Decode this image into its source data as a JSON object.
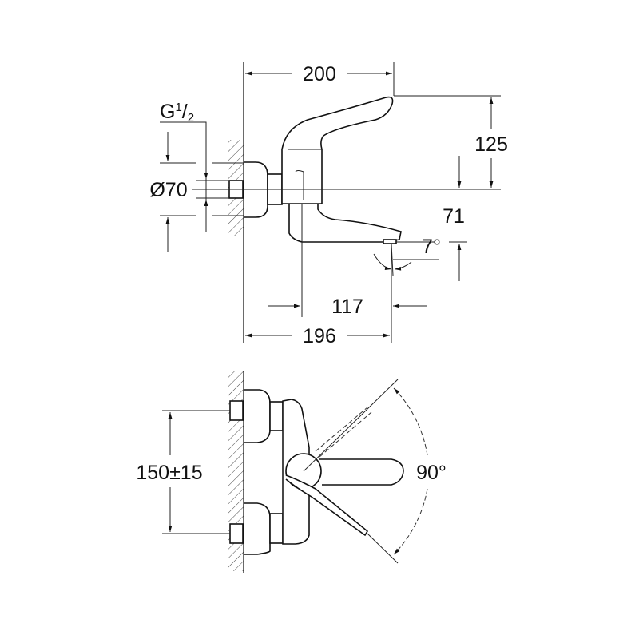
{
  "top_view": {
    "dim_width_handle": "200",
    "dim_height_handle": "125",
    "dim_height_spout": "71",
    "spout_angle": "7°",
    "dim_spout_reach": "117",
    "dim_width_spout": "196",
    "thread": {
      "letter": "G",
      "num": "1",
      "den": "2"
    },
    "dim_diameter": "Ø70"
  },
  "side_view": {
    "dim_spacing": "150±15",
    "lever_angle": "90°"
  }
}
